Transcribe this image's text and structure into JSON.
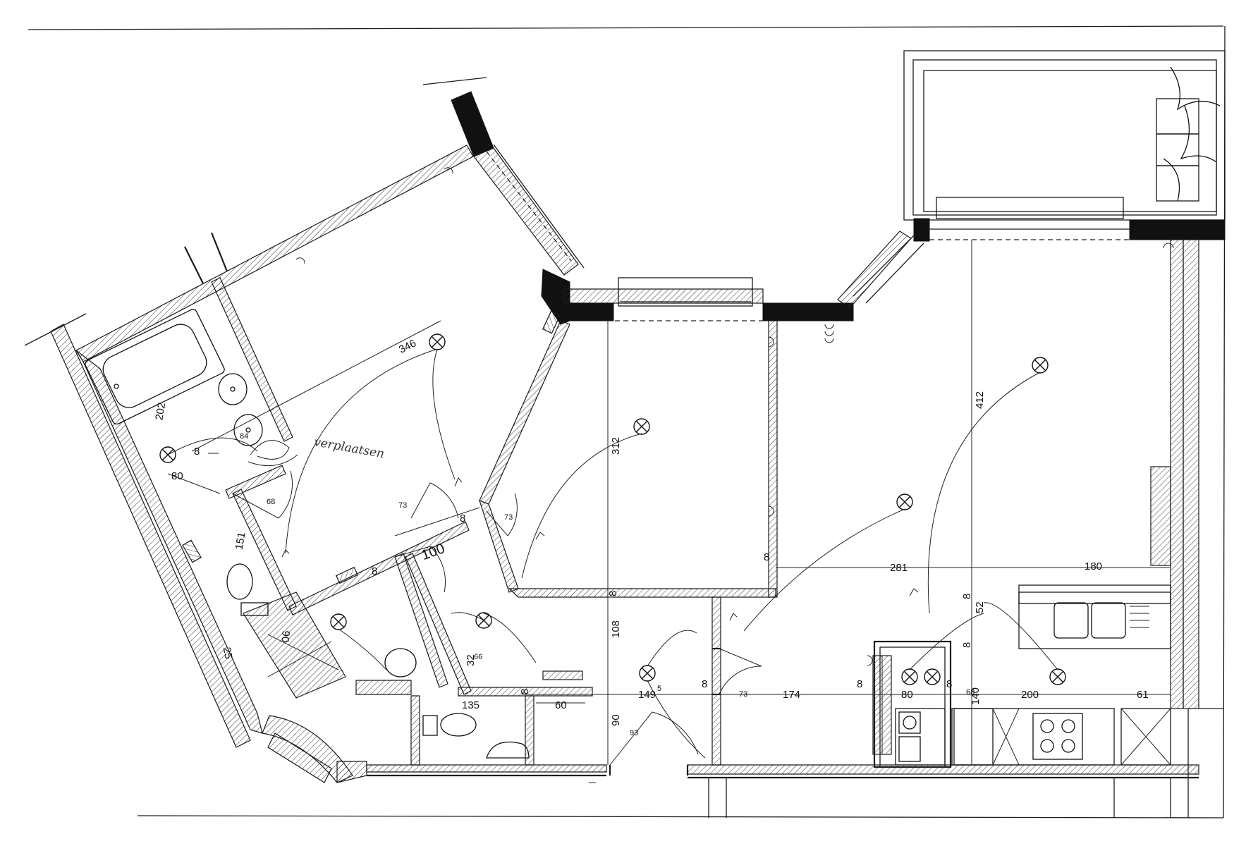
{
  "plan": {
    "dimensions": {
      "d346": "346",
      "d202": "202",
      "d84": "84",
      "d8a": "8",
      "d80a": "80",
      "d151": "151",
      "d90": "90",
      "d25": "25",
      "d68a": "68",
      "d73a": "73",
      "d73b": "73",
      "d8b": "8",
      "d100": "100",
      "d8c": "8",
      "d312": "312",
      "d108": "108",
      "d8d": "8",
      "d32": "32",
      "d66": "66",
      "d135": "135",
      "d60": "60",
      "d8e": "8",
      "d149": "149",
      "d149sup": "5",
      "d8f": "8",
      "d73c": "73",
      "d174": "174",
      "d8g": "8",
      "d90b": "90",
      "d93": "93",
      "d412": "412",
      "d8h": "8",
      "d281": "281",
      "d180": "180",
      "d52": "52",
      "d8i": "8",
      "d8j": "8",
      "d80b": "80",
      "d8k": "8",
      "d200": "200",
      "d61": "61",
      "d140": "140",
      "d68b": "68"
    },
    "handwritten_note": "verplaatsen",
    "colors": {
      "ink": "#111111",
      "paper": "#ffffff"
    }
  }
}
